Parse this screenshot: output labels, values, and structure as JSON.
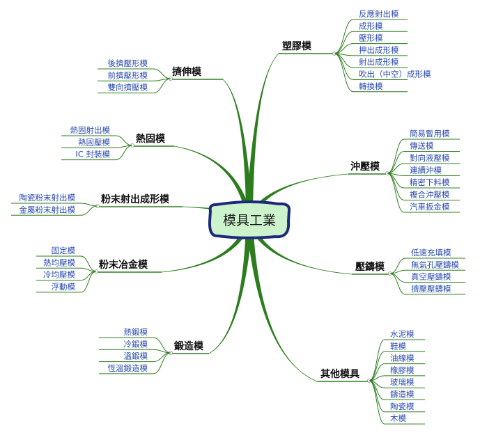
{
  "center": {
    "label": "模具工業"
  },
  "colors": {
    "line": "#2d7d1e",
    "center_fill": "#cdf3cd",
    "center_border": "#1c2a7a",
    "leaf_text": "#2a4ab0"
  },
  "branches": [
    {
      "id": "plastic",
      "label": "塑膠模",
      "children": [
        "反應射出模",
        "成形模",
        "壓形模",
        "押出成形模",
        "射出成形模",
        "吹出（中空）成形模",
        "轉換模"
      ]
    },
    {
      "id": "stamping",
      "label": "沖壓模",
      "children": [
        "簡易暫用模",
        "傳送模",
        "對向液壓模",
        "連續沖模",
        "精密下料模",
        "複合沖壓模",
        "汽車扳金模"
      ]
    },
    {
      "id": "diecast",
      "label": "壓鑄模",
      "children": [
        "低速充填模",
        "無氣孔壓鑄模",
        "真空壓鑄模",
        "擠壓壓鑄模"
      ]
    },
    {
      "id": "others",
      "label": "其他模具",
      "children": [
        "水泥模",
        "鞋模",
        "油線模",
        "橡膠模",
        "玻璃模",
        "鑄造模",
        "陶瓷模",
        "木模"
      ]
    },
    {
      "id": "forging",
      "label": "鍛造模",
      "children": [
        "熱鍛模",
        "冷鍛模",
        "溫鍛模",
        "恆溫鍛造模"
      ]
    },
    {
      "id": "pm",
      "label": "粉末冶金模",
      "children": [
        "固定模",
        "熱均壓模",
        "冷均壓模",
        "浮動模"
      ]
    },
    {
      "id": "pim",
      "label": "粉末射出成形模",
      "children": [
        "陶瓷粉末射出模",
        "金屬粉末射出模"
      ]
    },
    {
      "id": "thermoset",
      "label": "熱固模",
      "children": [
        "熱固射出模",
        "熱固壓模",
        "IC 封裝模"
      ]
    },
    {
      "id": "extrusion",
      "label": "擠伸模",
      "children": [
        "後擠壓形模",
        "前擠壓形模",
        "雙向擠壓模"
      ]
    }
  ]
}
